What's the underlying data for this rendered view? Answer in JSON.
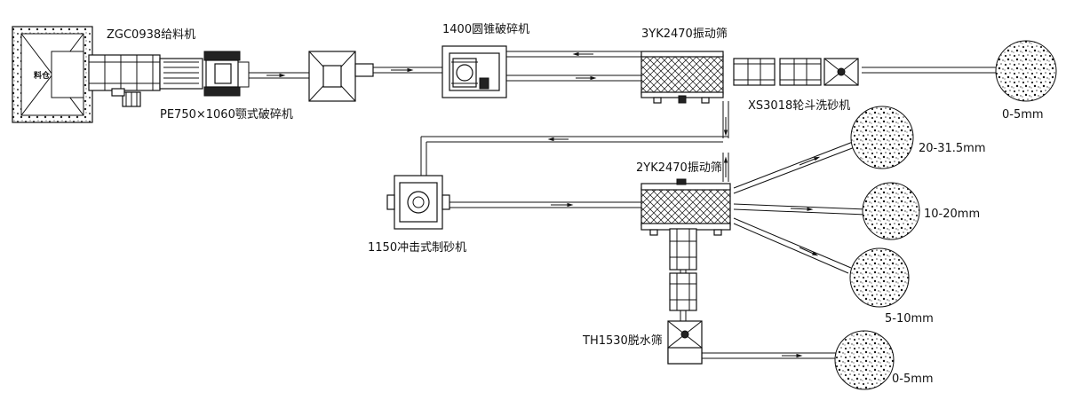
{
  "labels": {
    "feeder": "ZGC0938给料机",
    "silo": "料仓",
    "jaw_crusher": "PE750×1060颚式破碎机",
    "cone_crusher": "1400圆锥破碎机",
    "screen_top": "3YK2470振动筛",
    "sand_washer": "XS3018轮斗洗砂机",
    "screen_mid": "2YK2470振动筛",
    "impact_crusher": "1150冲击式制砂机",
    "dewatering_screen": "TH1530脱水筛"
  },
  "products": {
    "top_fine": "0-5mm",
    "coarse": "20-31.5mm",
    "medium": "10-20mm",
    "small": "5-10mm",
    "bottom_fine": "0-5mm"
  }
}
